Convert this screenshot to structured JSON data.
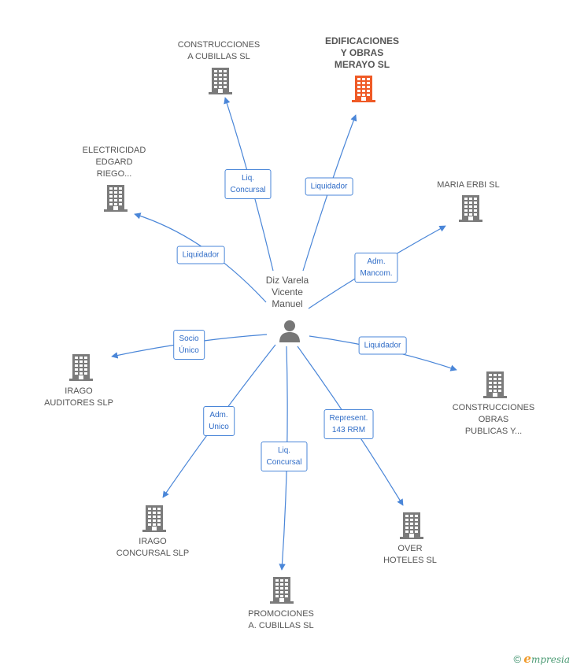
{
  "colors": {
    "edge": "#4a86d8",
    "building": "#7b7b7b",
    "building_highlight": "#ef5a26",
    "person": "#777777"
  },
  "center": {
    "name": "Diz Varela\nVicente\nManuel",
    "icon": "person-icon"
  },
  "nodes": [
    {
      "id": "construcciones-cubillas",
      "label": "CONSTRUCCIONES\nA CUBILLAS SL",
      "highlight": false
    },
    {
      "id": "edificaciones-merayo",
      "label": "EDIFICACIONES\nY OBRAS\nMERAYO SL",
      "highlight": true
    },
    {
      "id": "electricidad-edgard",
      "label": "ELECTRICIDAD\nEDGARD\nRIEGO...",
      "highlight": false
    },
    {
      "id": "maria-erbi",
      "label": "MARIA ERBI SL",
      "highlight": false
    },
    {
      "id": "irago-auditores",
      "label": "IRAGO\nAUDITORES  SLP",
      "highlight": false
    },
    {
      "id": "construcciones-obras-publicas",
      "label": "CONSTRUCCIONES\nOBRAS\nPUBLICAS Y...",
      "highlight": false
    },
    {
      "id": "irago-concursal",
      "label": "IRAGO\nCONCURSAL SLP",
      "highlight": false
    },
    {
      "id": "over-hoteles",
      "label": "OVER\nHOTELES SL",
      "highlight": false
    },
    {
      "id": "promociones-cubillas",
      "label": "PROMOCIONES\nA.  CUBILLAS SL",
      "highlight": false
    }
  ],
  "edges": [
    {
      "to": "construcciones-cubillas",
      "label": "Liq.\nConcursal"
    },
    {
      "to": "edificaciones-merayo",
      "label": "Liquidador"
    },
    {
      "to": "electricidad-edgard",
      "label": "Liquidador"
    },
    {
      "to": "maria-erbi",
      "label": "Adm.\nMancom."
    },
    {
      "to": "irago-auditores",
      "label": "Socio\nÚnico"
    },
    {
      "to": "construcciones-obras-publicas",
      "label": "Liquidador"
    },
    {
      "to": "irago-concursal",
      "label": "Adm.\nUnico"
    },
    {
      "to": "promociones-cubillas",
      "label": "Liq.\nConcursal"
    },
    {
      "to": "over-hoteles",
      "label": "Represent.\n143 RRM"
    }
  ],
  "footer": {
    "copyright": "©",
    "brand_initial": "e",
    "brand_rest": "mpresia"
  }
}
